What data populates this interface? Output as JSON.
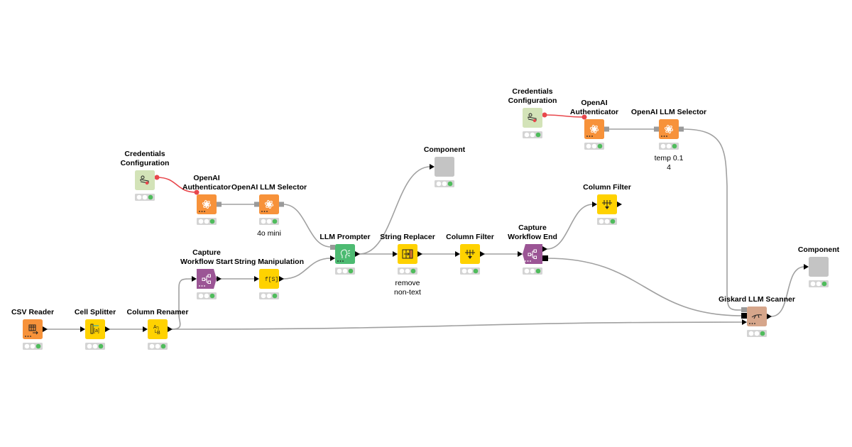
{
  "workflow": {
    "colors": {
      "io": "#f7923a",
      "manipulator": "#ffd200",
      "credential": "#d3e3b8",
      "llm_prompter": "#4dbb72",
      "capture": "#9b5595",
      "component": "#c4c4c4",
      "giskard": "#d6a68b",
      "connection": "#a0a0a0",
      "credential_connection": "#e8474c",
      "status_green": "#4fbc5c",
      "status_gray": "#ffffff",
      "status_bg": "#d4d4d4"
    },
    "nodes": [
      {
        "id": "csv-reader",
        "label": [
          "CSV Reader"
        ],
        "annotation": [],
        "type": "io",
        "icon": "table-read-icon",
        "status": "executed"
      },
      {
        "id": "cell-splitter",
        "label": [
          "Cell Splitter"
        ],
        "annotation": [],
        "type": "manipulator",
        "icon": "cell-split-icon",
        "status": "executed"
      },
      {
        "id": "column-renamer",
        "label": [
          "Column Renamer"
        ],
        "annotation": [],
        "type": "manipulator",
        "icon": "rename-icon",
        "status": "executed"
      },
      {
        "id": "credentials-config-1",
        "label": [
          "Credentials",
          "Configuration"
        ],
        "annotation": [],
        "type": "credential",
        "icon": "credentials-icon",
        "status": "executed"
      },
      {
        "id": "openai-auth-1",
        "label": [
          "OpenAI",
          "Authenticator"
        ],
        "annotation": [],
        "type": "io",
        "icon": "openai-icon",
        "status": "executed"
      },
      {
        "id": "openai-llm-selector-1",
        "label": [
          "OpenAI LLM Selector"
        ],
        "annotation": [
          "4o mini"
        ],
        "type": "io",
        "icon": "openai-icon",
        "status": "executed"
      },
      {
        "id": "capture-start",
        "label": [
          "Capture",
          "Workflow Start"
        ],
        "annotation": [],
        "type": "capture",
        "icon": "capture-start-icon",
        "status": "executed"
      },
      {
        "id": "string-manipulation",
        "label": [
          "String Manipulation"
        ],
        "annotation": [],
        "type": "manipulator",
        "icon": "string-function-icon",
        "status": "executed"
      },
      {
        "id": "llm-prompter",
        "label": [
          "LLM Prompter"
        ],
        "annotation": [],
        "type": "llm_prompter",
        "icon": "llm-head-icon",
        "status": "executed"
      },
      {
        "id": "component-1",
        "label": [
          "Component"
        ],
        "annotation": [],
        "type": "component",
        "icon": "",
        "status": "executed"
      },
      {
        "id": "string-replacer",
        "label": [
          "String Replacer"
        ],
        "annotation": [
          "remove",
          "non-text"
        ],
        "type": "manipulator",
        "icon": "replace-icon",
        "status": "executed"
      },
      {
        "id": "column-filter-1",
        "label": [
          "Column Filter"
        ],
        "annotation": [],
        "type": "manipulator",
        "icon": "filter-icon",
        "status": "executed"
      },
      {
        "id": "capture-end",
        "label": [
          "Capture",
          "Workflow End"
        ],
        "annotation": [],
        "type": "capture",
        "icon": "capture-end-icon",
        "status": "executed"
      },
      {
        "id": "column-filter-2",
        "label": [
          "Column Filter"
        ],
        "annotation": [],
        "type": "manipulator",
        "icon": "filter-icon",
        "status": "executed"
      },
      {
        "id": "credentials-config-2",
        "label": [
          "Credentials",
          "Configuration"
        ],
        "annotation": [],
        "type": "credential",
        "icon": "credentials-icon",
        "status": "executed"
      },
      {
        "id": "openai-auth-2",
        "label": [
          "OpenAI",
          "Authenticator"
        ],
        "annotation": [],
        "type": "io",
        "icon": "openai-icon",
        "status": "executed"
      },
      {
        "id": "openai-llm-selector-2",
        "label": [
          "OpenAI LLM Selector"
        ],
        "annotation": [
          "temp 0.1",
          "4"
        ],
        "type": "io",
        "icon": "openai-icon",
        "status": "executed"
      },
      {
        "id": "giskard-llm-scanner",
        "label": [
          "Giskard LLM Scanner"
        ],
        "annotation": [],
        "type": "giskard",
        "icon": "giskard-icon",
        "status": "executed"
      },
      {
        "id": "component-2",
        "label": [
          "Component"
        ],
        "annotation": [],
        "type": "component",
        "icon": "",
        "status": "executed"
      }
    ],
    "connections": [
      {
        "from": "csv-reader",
        "to": "cell-splitter",
        "kind": "data"
      },
      {
        "from": "cell-splitter",
        "to": "column-renamer",
        "kind": "data"
      },
      {
        "from": "column-renamer",
        "to": "capture-start",
        "kind": "data"
      },
      {
        "from": "column-renamer",
        "to": "giskard-llm-scanner",
        "kind": "data"
      },
      {
        "from": "credentials-config-1",
        "to": "openai-auth-1",
        "kind": "credential"
      },
      {
        "from": "openai-auth-1",
        "to": "openai-llm-selector-1",
        "kind": "model"
      },
      {
        "from": "openai-llm-selector-1",
        "to": "llm-prompter",
        "kind": "model"
      },
      {
        "from": "capture-start",
        "to": "string-manipulation",
        "kind": "data"
      },
      {
        "from": "string-manipulation",
        "to": "llm-prompter",
        "kind": "data"
      },
      {
        "from": "llm-prompter",
        "to": "component-1",
        "kind": "data"
      },
      {
        "from": "llm-prompter",
        "to": "string-replacer",
        "kind": "data"
      },
      {
        "from": "string-replacer",
        "to": "column-filter-1",
        "kind": "data"
      },
      {
        "from": "column-filter-1",
        "to": "capture-end",
        "kind": "data"
      },
      {
        "from": "capture-end",
        "to": "column-filter-2",
        "kind": "data"
      },
      {
        "from": "capture-end",
        "to": "giskard-llm-scanner",
        "kind": "workflow"
      },
      {
        "from": "credentials-config-2",
        "to": "openai-auth-2",
        "kind": "credential"
      },
      {
        "from": "openai-auth-2",
        "to": "openai-llm-selector-2",
        "kind": "model"
      },
      {
        "from": "openai-llm-selector-2",
        "to": "giskard-llm-scanner",
        "kind": "model"
      },
      {
        "from": "giskard-llm-scanner",
        "to": "component-2",
        "kind": "data"
      }
    ]
  }
}
